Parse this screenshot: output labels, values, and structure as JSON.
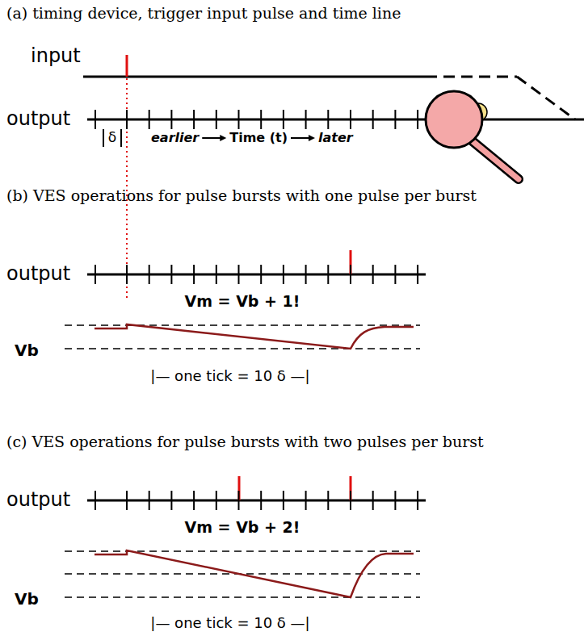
{
  "diagram": {
    "labels": [
      "(a) timing device, trigger input pulse and time line",
      "input",
      "output",
      "δ",
      "earlier",
      "Time (t)",
      "later",
      "(b) VES operations for pulse bursts with one pulse per burst",
      "output",
      "Vm = Vb + 1!",
      "Vb",
      "|— one tick = 10 δ —|",
      "(c) VES operations for pulse bursts with two pulses per burst",
      "output",
      "Vm = Vb + 2!",
      "Vb",
      "|— one tick = 10 δ —|"
    ]
  }
}
